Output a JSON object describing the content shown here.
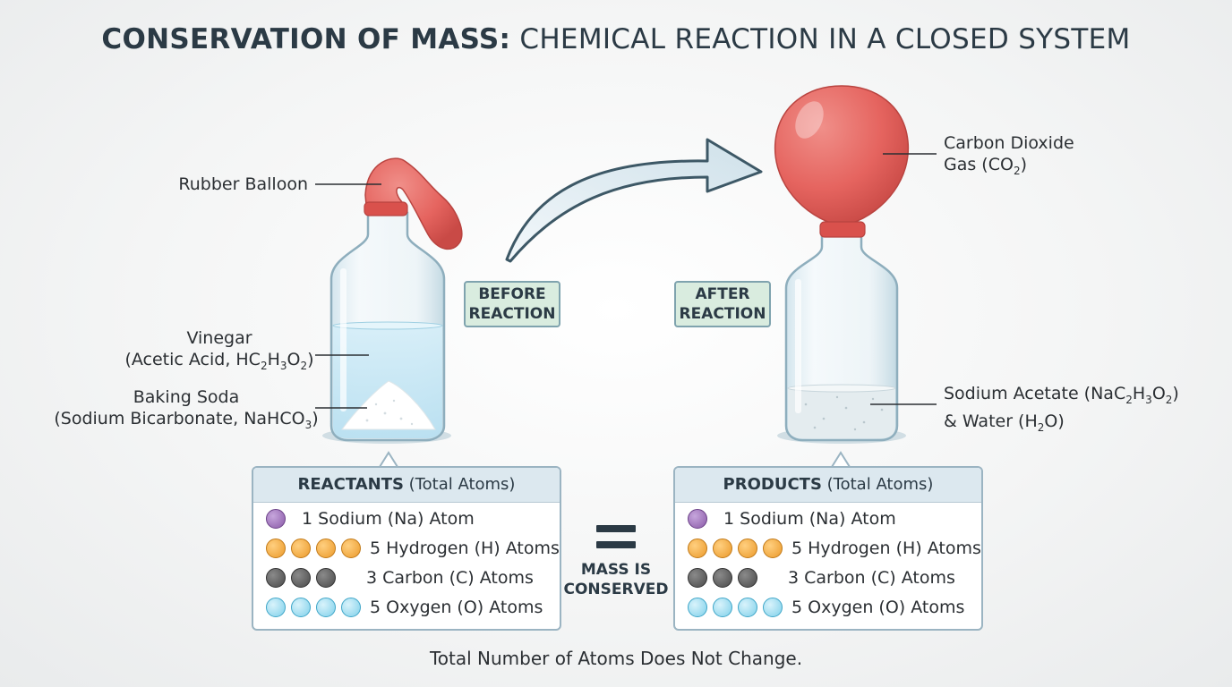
{
  "title": {
    "bold": "CONSERVATION OF MASS:",
    "light": "CHEMICAL REACTION IN A CLOSED SYSTEM"
  },
  "labels": {
    "rubber_balloon": "Rubber Balloon",
    "vinegar_line1": "Vinegar",
    "vinegar_line2_prefix": "(Acetic Acid, HC",
    "vinegar_formula_parts": [
      "2",
      "H",
      "3",
      "O",
      "2"
    ],
    "baking_soda_line1": "Baking Soda",
    "baking_soda_line2_prefix": "(Sodium Bicarbonate, NaHCO",
    "baking_soda_sub": "3",
    "co2_line1": "Carbon Dioxide",
    "co2_line2_prefix": "Gas (CO",
    "co2_sub": "2",
    "sodium_acetate_prefix": "Sodium Acetate (NaC",
    "water_prefix": "& Water (H",
    "water_sub": "2",
    "water_suffix": "O)"
  },
  "stages": {
    "before_line1": "BEFORE",
    "before_line2": "REACTION",
    "after_line1": "AFTER",
    "after_line2": "REACTION"
  },
  "reactants": {
    "header_bold": "REACTANTS",
    "header_rest": "(Total Atoms)",
    "rows": [
      {
        "label": "1 Sodium (Na) Atom",
        "count": 1,
        "kind": "na"
      },
      {
        "label": "5 Hydrogen (H) Atoms",
        "count": 4,
        "kind": "h"
      },
      {
        "label": "3 Carbon (C) Atoms",
        "count": 3,
        "kind": "c"
      },
      {
        "label": "5 Oxygen (O) Atoms",
        "count": 4,
        "kind": "o"
      }
    ]
  },
  "products": {
    "header_bold": "PRODUCTS",
    "header_rest": "(Total Atoms)",
    "rows": [
      {
        "label": "1 Sodium (Na) Atom",
        "count": 1,
        "kind": "na"
      },
      {
        "label": "5 Hydrogen (H) Atoms",
        "count": 4,
        "kind": "h"
      },
      {
        "label": "3 Carbon (C) Atoms",
        "count": 3,
        "kind": "c"
      },
      {
        "label": "5 Oxygen (O) Atoms",
        "count": 4,
        "kind": "o"
      }
    ]
  },
  "mass_line1": "MASS IS",
  "mass_line2": "CONSERVED",
  "footer": "Total Number of Atoms Does Not Change.",
  "colors": {
    "balloon": "#e5645f",
    "liquid": "#cbe9f6",
    "badge_fill": "#d9ecdf",
    "badge_border": "#7fa3ae"
  }
}
